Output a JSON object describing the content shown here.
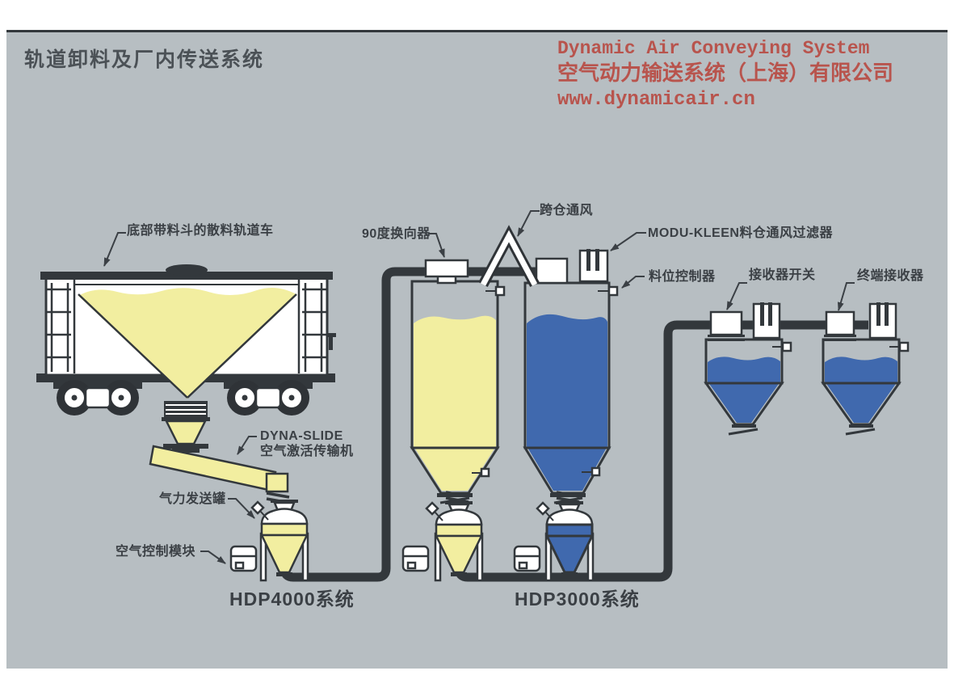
{
  "page": {
    "title": "轨道卸料及厂内传送系统",
    "company": {
      "line1": "Dynamic Air Conveying System",
      "line2": "空气动力输送系统（上海）有限公司",
      "line3": "www.dynamicair.cn"
    }
  },
  "labels": {
    "railcar": "底部带料斗的散料轨道车",
    "diverter_90": "90度换向器",
    "cross_vent": "跨仓通风",
    "bin_vent_filter": "MODU-KLEEN料仓通风过滤器",
    "level_control": "料位控制器",
    "receiver_switch": "接收器开关",
    "terminal_receiver": "终端接收器",
    "dyna_slide_line1": "DYNA-SLIDE",
    "dyna_slide_line2": "空气激活传输机",
    "transporter": "气力发送罐",
    "air_control_module": "空气控制模块"
  },
  "systems": {
    "hdp4000": "HDP4000系统",
    "hdp3000": "HDP3000系统"
  },
  "colors": {
    "panel_bg": "#b7bec2",
    "line_dark": "#33383c",
    "material_yellow": "#f2eea0",
    "material_blue": "#4069ae",
    "accent_red": "#b8544d",
    "label_text": "#3b4045"
  }
}
